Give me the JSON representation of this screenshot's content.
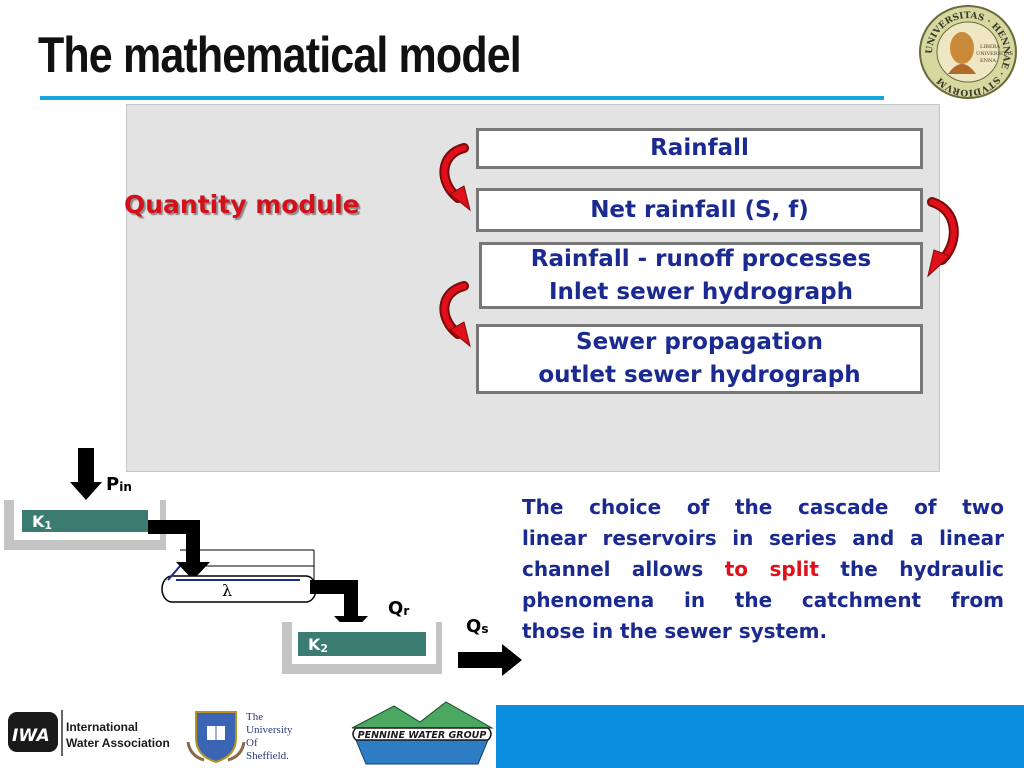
{
  "title": "The mathematical model",
  "seal": {
    "ring_text": "UNIVERSITAS · HENNAE · STVDIORVM",
    "center_lines": [
      "LIBERA",
      "UNIVERSITAS",
      "ENNA"
    ]
  },
  "quantity_module": "Quantity module",
  "steps": [
    {
      "lines": [
        "Rainfall"
      ]
    },
    {
      "lines": [
        "Net rainfall (S, f)"
      ]
    },
    {
      "lines": [
        "Rainfall - runoff processes",
        "Inlet sewer hydrograph"
      ]
    },
    {
      "lines": [
        "Sewer propagation",
        "outlet sewer hydrograph"
      ]
    }
  ],
  "description": {
    "line1": "The choice of the cascade of two",
    "line2": "linear reservoirs in series and a linear",
    "line3_pre": "channel allows ",
    "line3_red": "to split",
    "line3_post": " the hydraulic",
    "line4": "phenomena in the catchment from",
    "line5": "those in the sewer system."
  },
  "schematic": {
    "reservoir1": "K",
    "reservoir1_sub": "1",
    "reservoir2": "K",
    "reservoir2_sub": "2",
    "channel": "λ",
    "pin": "P",
    "pin_sub": "in",
    "qr": "Q",
    "qr_sub": "r",
    "qs": "Q",
    "qs_sub": "s"
  },
  "logos": {
    "iwa_mark": "IWA",
    "iwa_line1": "International",
    "iwa_line2": "Water Association",
    "sheffield_lines": [
      "The",
      "University",
      "Of",
      "Sheffield."
    ],
    "pennine": "PENNINE WATER GROUP"
  },
  "colors": {
    "accent_rule": "#18a4dc",
    "text_blue": "#1a2a90",
    "red": "#e0101a",
    "reservoir": "#3a7b72",
    "footer": "#0a8fe0"
  }
}
